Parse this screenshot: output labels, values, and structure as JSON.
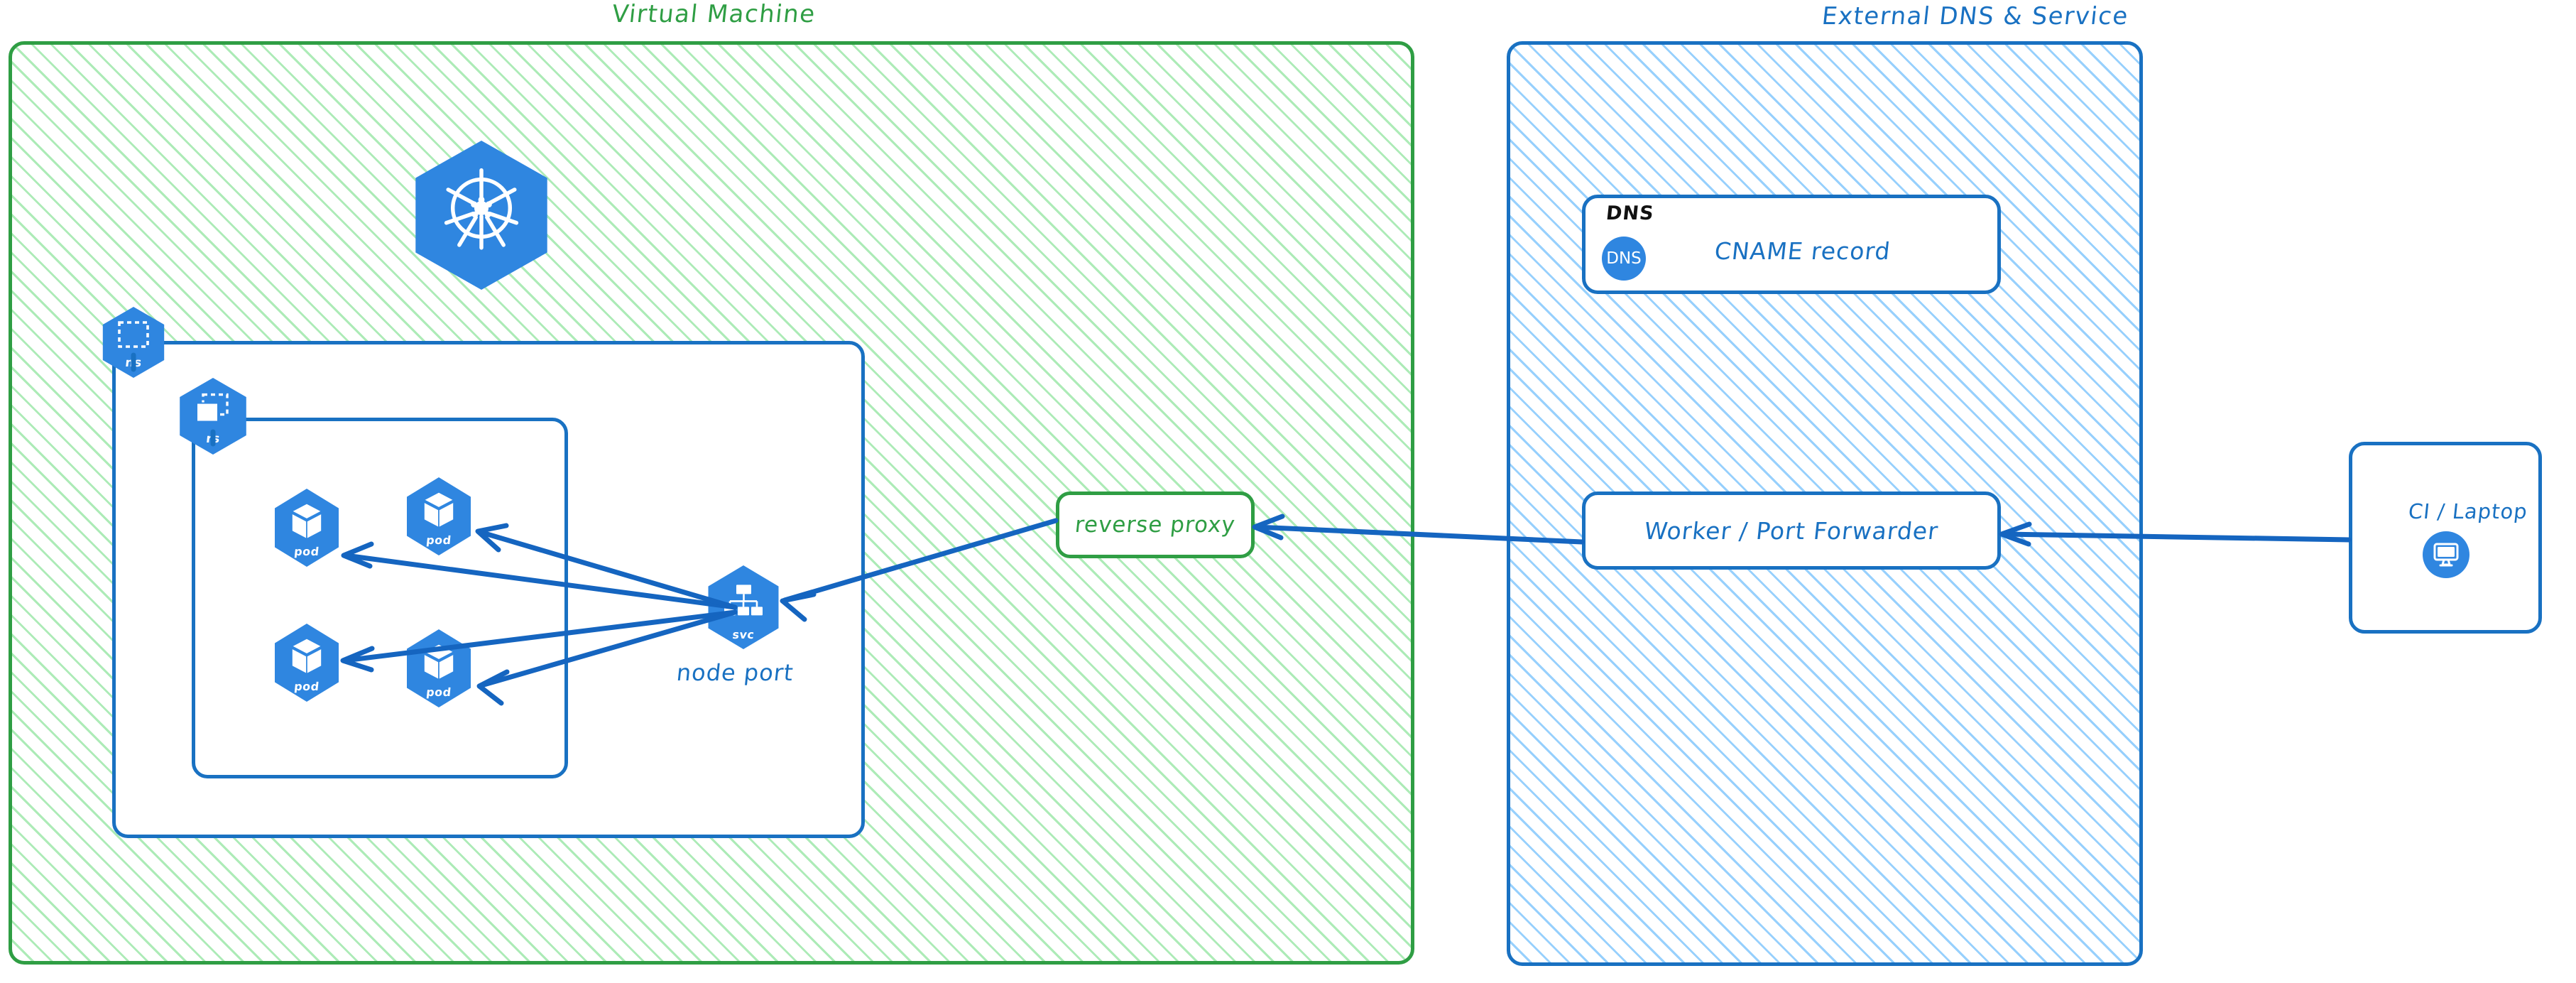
{
  "panels": {
    "vm": {
      "title": "Virtual Machine",
      "color": "#2f9e44"
    },
    "external": {
      "title": "External DNS & Service",
      "color": "#1971c2"
    }
  },
  "vm": {
    "k8s_logo_name": "kubernetes-logo",
    "namespace_badge": {
      "label": "ns",
      "icon": "namespace-icon"
    },
    "replicaset_badge": {
      "label": "rs",
      "icon": "replicaset-icon"
    },
    "pods": [
      {
        "label": "pod",
        "icon": "pod-icon"
      },
      {
        "label": "pod",
        "icon": "pod-icon"
      },
      {
        "label": "pod",
        "icon": "pod-icon"
      },
      {
        "label": "pod",
        "icon": "pod-icon"
      }
    ],
    "service": {
      "label": "svc",
      "icon": "service-icon",
      "caption": "node port"
    },
    "reverse_proxy": {
      "label": "reverse proxy"
    }
  },
  "external": {
    "dns_box": {
      "group_label": "DNS",
      "icon_label": "DNS",
      "icon": "dns-circle-icon",
      "record_label": "CNAME record"
    },
    "worker_box": {
      "label": "Worker / Port Forwarder"
    }
  },
  "client": {
    "box": {
      "label": "CI / Laptop",
      "icon": "desktop-monitor-icon"
    }
  },
  "colors": {
    "green_stroke": "#2f9e44",
    "green_hatch": "#69db7c",
    "blue_stroke": "#1971c2",
    "blue_hatch": "#74c0fc",
    "k8s_blue": "#2f86e0",
    "arrow_blue": "#1565c0",
    "black_text": "#111111"
  }
}
